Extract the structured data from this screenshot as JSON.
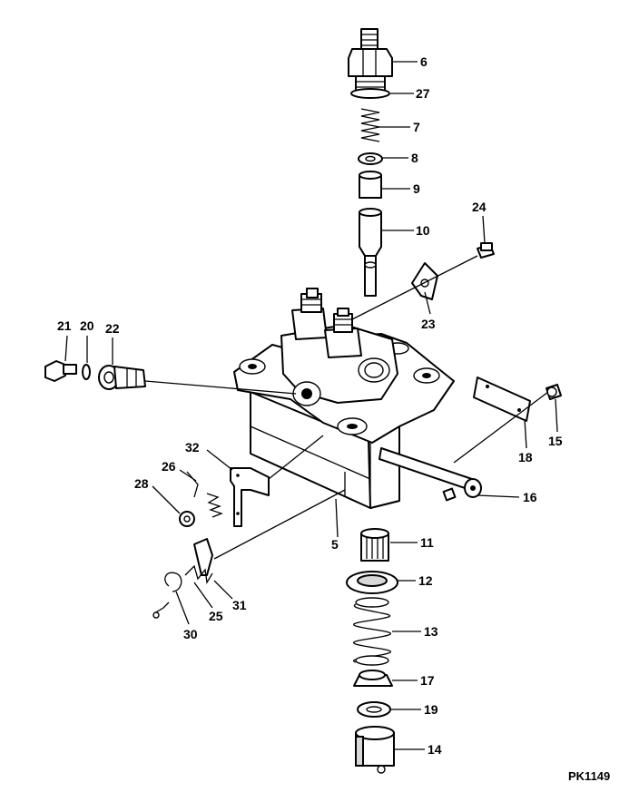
{
  "diagram": {
    "drawing_code": "PK1149",
    "callouts": [
      {
        "id": "6",
        "label": "6"
      },
      {
        "id": "27",
        "label": "27"
      },
      {
        "id": "7",
        "label": "7"
      },
      {
        "id": "8",
        "label": "8"
      },
      {
        "id": "9",
        "label": "9"
      },
      {
        "id": "10",
        "label": "10"
      },
      {
        "id": "24",
        "label": "24"
      },
      {
        "id": "23",
        "label": "23"
      },
      {
        "id": "21",
        "label": "21"
      },
      {
        "id": "20",
        "label": "20"
      },
      {
        "id": "22",
        "label": "22"
      },
      {
        "id": "15",
        "label": "15"
      },
      {
        "id": "18",
        "label": "18"
      },
      {
        "id": "32",
        "label": "32"
      },
      {
        "id": "26",
        "label": "26"
      },
      {
        "id": "28",
        "label": "28"
      },
      {
        "id": "16",
        "label": "16"
      },
      {
        "id": "5",
        "label": "5"
      },
      {
        "id": "11",
        "label": "11"
      },
      {
        "id": "12",
        "label": "12"
      },
      {
        "id": "31",
        "label": "31"
      },
      {
        "id": "25",
        "label": "25"
      },
      {
        "id": "30",
        "label": "30"
      },
      {
        "id": "13",
        "label": "13"
      },
      {
        "id": "17",
        "label": "17"
      },
      {
        "id": "19",
        "label": "19"
      },
      {
        "id": "14",
        "label": "14"
      }
    ]
  }
}
